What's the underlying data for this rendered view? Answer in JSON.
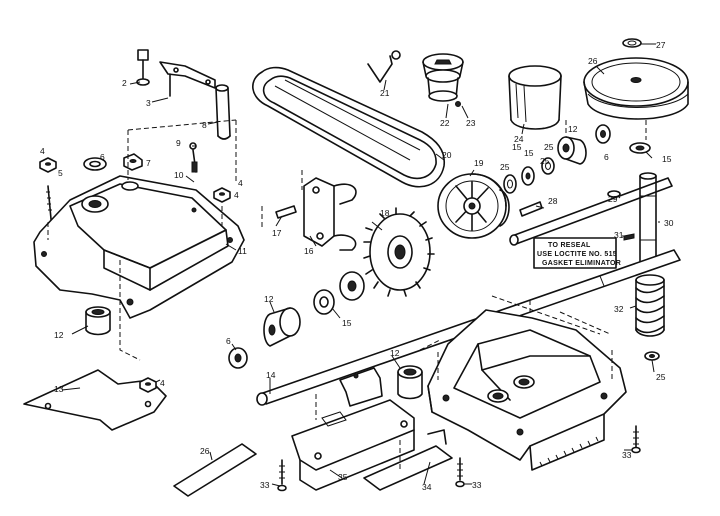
{
  "diagram": {
    "labels": {
      "l2": "2",
      "l3": "3",
      "l4a": "4",
      "l4b": "4",
      "l4c": "4",
      "l4d": "4",
      "l5": "5",
      "l6a": "6",
      "l6b": "6",
      "l6c": "6",
      "l7": "7",
      "l8": "8",
      "l9": "9",
      "l10": "10",
      "l11": "11",
      "l12a": "12",
      "l12b": "12",
      "l12c": "12",
      "l12d": "12",
      "l13": "13",
      "l14": "14",
      "l15a": "15",
      "l15b": "15",
      "l15c": "15",
      "l15d": "15",
      "l16": "16",
      "l17": "17",
      "l18": "18",
      "l19": "19",
      "l20": "20",
      "l21": "21",
      "l22": "22",
      "l23": "23",
      "l24": "24",
      "l25a": "25",
      "l25b": "25",
      "l25c": "25",
      "l25d": "25",
      "l26a": "26",
      "l26b": "26",
      "l27": "27",
      "l28": "28",
      "l29": "29",
      "l30": "30",
      "l31": "31",
      "l32": "32",
      "l33a": "33",
      "l33b": "33",
      "l33c": "33",
      "l34": "34",
      "l35": "35"
    },
    "note": {
      "line1": "TO RESEAL",
      "line2": "USE LOCTITE NO. 515",
      "line3": "GASKET ELIMINATOR"
    }
  }
}
